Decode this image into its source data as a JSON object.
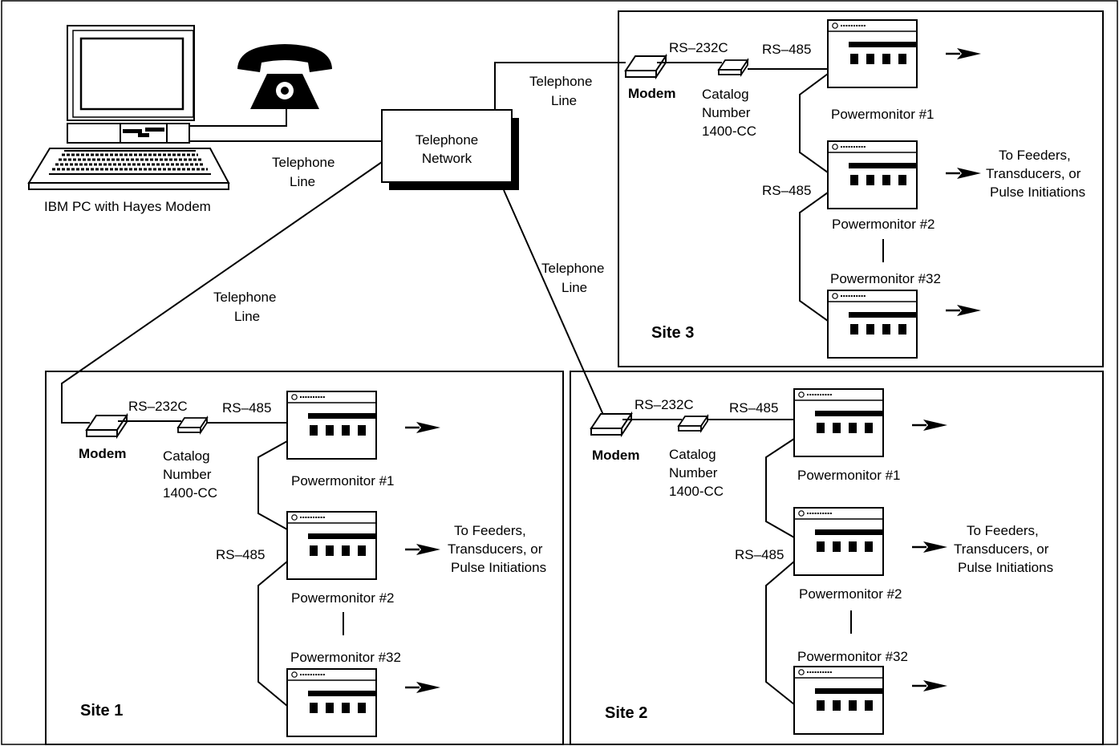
{
  "pc": {
    "label_bold": "IBM PC",
    "label_rest": " with Hayes Modem",
    "icon": "computer-icon",
    "phone_icon": "telephone-icon"
  },
  "network": {
    "line1": "Telephone",
    "line2": "Network"
  },
  "telephone_line": {
    "line1": "Telephone",
    "line2": "Line"
  },
  "sites": [
    {
      "name": "Site 1",
      "modem": "Modem",
      "rs232": "RS–232C",
      "rs485": "RS–485",
      "rs485_b": "RS–485",
      "catalog": [
        "Catalog",
        "Number",
        "1400-CC"
      ],
      "monitors": [
        "Powermonitor #1",
        "Powermonitor #2",
        "Powermonitor #32"
      ],
      "feeders": [
        "To Feeders,",
        "Transducers, or",
        "Pulse Initiations"
      ]
    },
    {
      "name": "Site 2",
      "modem": "Modem",
      "rs232": "RS–232C",
      "rs485": "RS–485",
      "rs485_b": "RS–485",
      "catalog": [
        "Catalog",
        "Number",
        "1400-CC"
      ],
      "monitors": [
        "Powermonitor #1",
        "Powermonitor #2",
        "Powermonitor #32"
      ],
      "feeders": [
        "To Feeders,",
        "Transducers, or",
        "Pulse Initiations"
      ]
    },
    {
      "name": "Site 3",
      "modem": "Modem",
      "rs232": "RS–232C",
      "rs485": "RS–485",
      "rs485_b": "RS–485",
      "catalog": [
        "Catalog",
        "Number",
        "1400-CC"
      ],
      "monitors": [
        "Powermonitor #1",
        "Powermonitor #2",
        "Powermonitor #32"
      ],
      "feeders": [
        "To Feeders,",
        "Transducers, or",
        "Pulse Initiations"
      ]
    }
  ]
}
